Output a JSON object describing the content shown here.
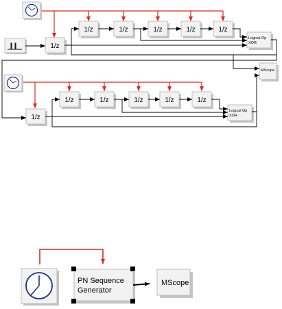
{
  "colors": {
    "event_link": "#e0261f",
    "signal_link": "#000000",
    "block_face": "#f2f2f2",
    "block_shadow": "#c4c4c4",
    "clock_stroke": "#1a2e8c"
  },
  "blocks": {
    "delay_label": "1/z",
    "xor_line1": "Logical Op",
    "xor_line2": "XOR",
    "scope_label": "MScope",
    "pn_line1": "PN Sequence",
    "pn_line2": "Generator"
  },
  "icons": {
    "clock": "clock-icon",
    "pulse": "pulse-generator-icon"
  }
}
